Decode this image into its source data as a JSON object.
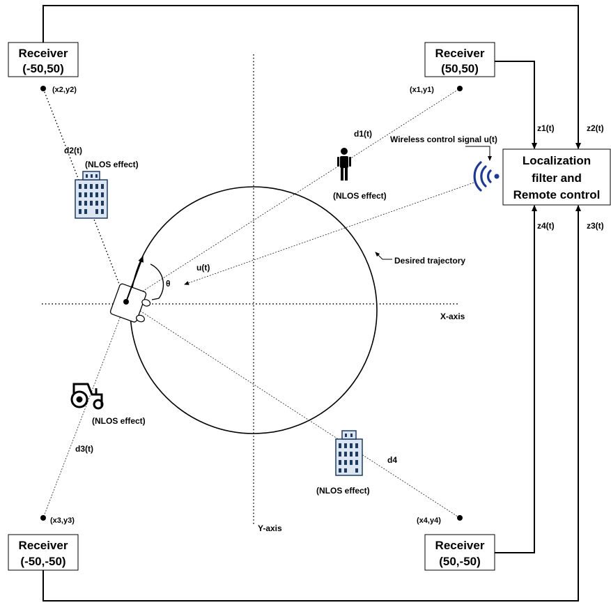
{
  "receivers": {
    "top_left": {
      "title": "Receiver",
      "coord": "(-50,50)",
      "point": "(x2,y2)"
    },
    "top_right": {
      "title": "Receiver",
      "coord": "(50,50)",
      "point": "(x1,y1)"
    },
    "bottom_left": {
      "title": "Receiver",
      "coord": "(-50,-50)",
      "point": "(x3,y3)"
    },
    "bottom_right": {
      "title": "Receiver",
      "coord": "(50,-50)",
      "point": "(x4,y4)"
    }
  },
  "control_box": {
    "line1": "Localization",
    "line2": "filter and",
    "line3": "Remote control"
  },
  "signals": {
    "z1": "z1(t)",
    "z2": "z2(t)",
    "z3": "z3(t)",
    "z4": "z4(t)"
  },
  "distances": {
    "d1": "d1(t)",
    "d2": "d2(t)",
    "d3": "d3(t)",
    "d4": "d4"
  },
  "labels": {
    "wireless": "Wireless control signal u(t)",
    "control_input": "u(t)",
    "theta": "θ",
    "desired_trajectory": "Desired trajectory",
    "x_axis": "X-axis",
    "y_axis": "Y-axis",
    "nlos_person": "(NLOS effect)",
    "nlos_building_top": "(NLOS effect)",
    "nlos_tractor": "(NLOS effect)",
    "nlos_building_bottom": "(NLOS effect)"
  },
  "icons": [
    "person-icon",
    "building-icon",
    "tractor-icon",
    "wireless-signal-icon",
    "robot-vehicle-icon"
  ],
  "colors": {
    "wireless_icon": "#1f3a93",
    "building": "#1f3a5f"
  }
}
